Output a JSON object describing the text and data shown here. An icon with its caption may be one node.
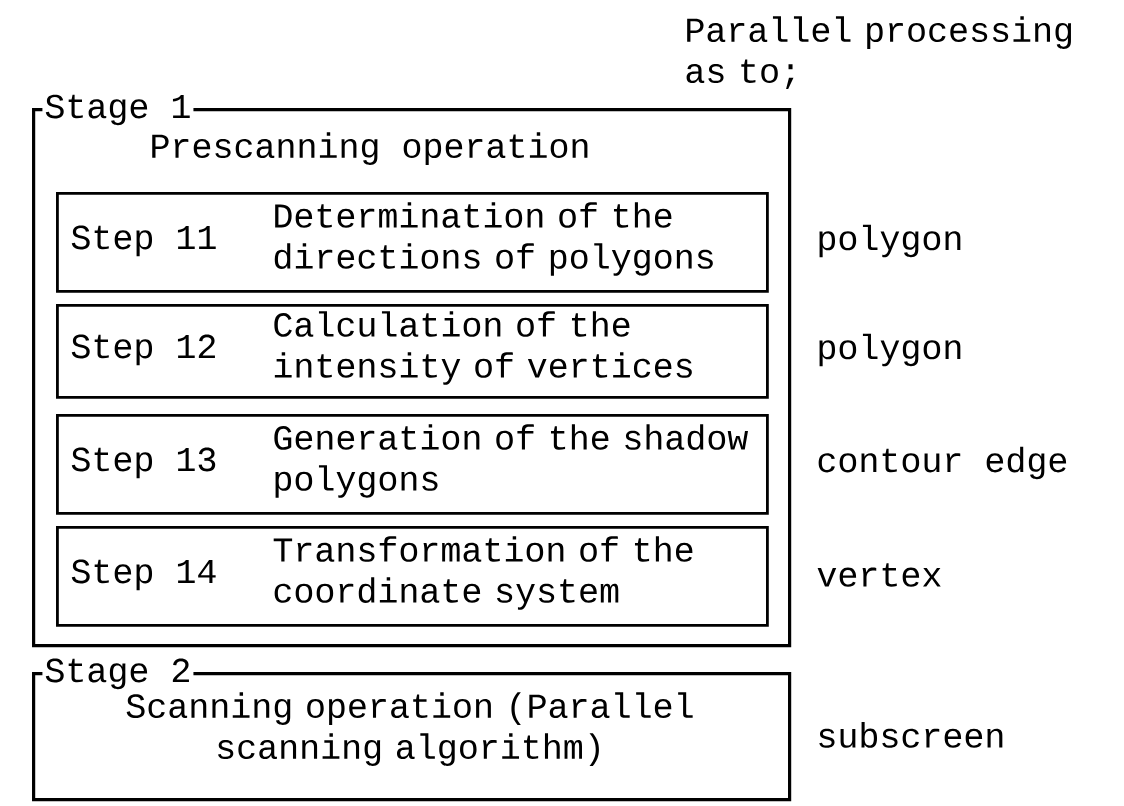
{
  "diagram": {
    "nodes": [
      {
        "text": [
          "Stage 1",
          "Prescanning operation"
        ]
      },
      {
        "text": [
          "Step 11",
          "Determination of the directions of polygons"
        ],
        "in": 0,
        "beside": [
          "polygon"
        ]
      },
      {
        "text": [
          "Step 12",
          "Calculation of the intensity of vertices"
        ],
        "in": 0,
        "beside": [
          "polygon"
        ]
      },
      {
        "text": [
          "Step 13",
          "Generation of the shadow polygons"
        ],
        "in": 0,
        "beside": [
          "contour edge"
        ]
      },
      {
        "text": [
          "Step 14",
          "Transformation of the coordinate system"
        ],
        "in": 0,
        "beside": [
          "vertex"
        ]
      },
      {
        "text": [
          "Stage 2",
          "Scanning operation (Parallel scanning algorithm)"
        ],
        "beside": [
          "subscreen"
        ]
      }
    ],
    "labels": [
      "Parallel processing as to;"
    ]
  }
}
